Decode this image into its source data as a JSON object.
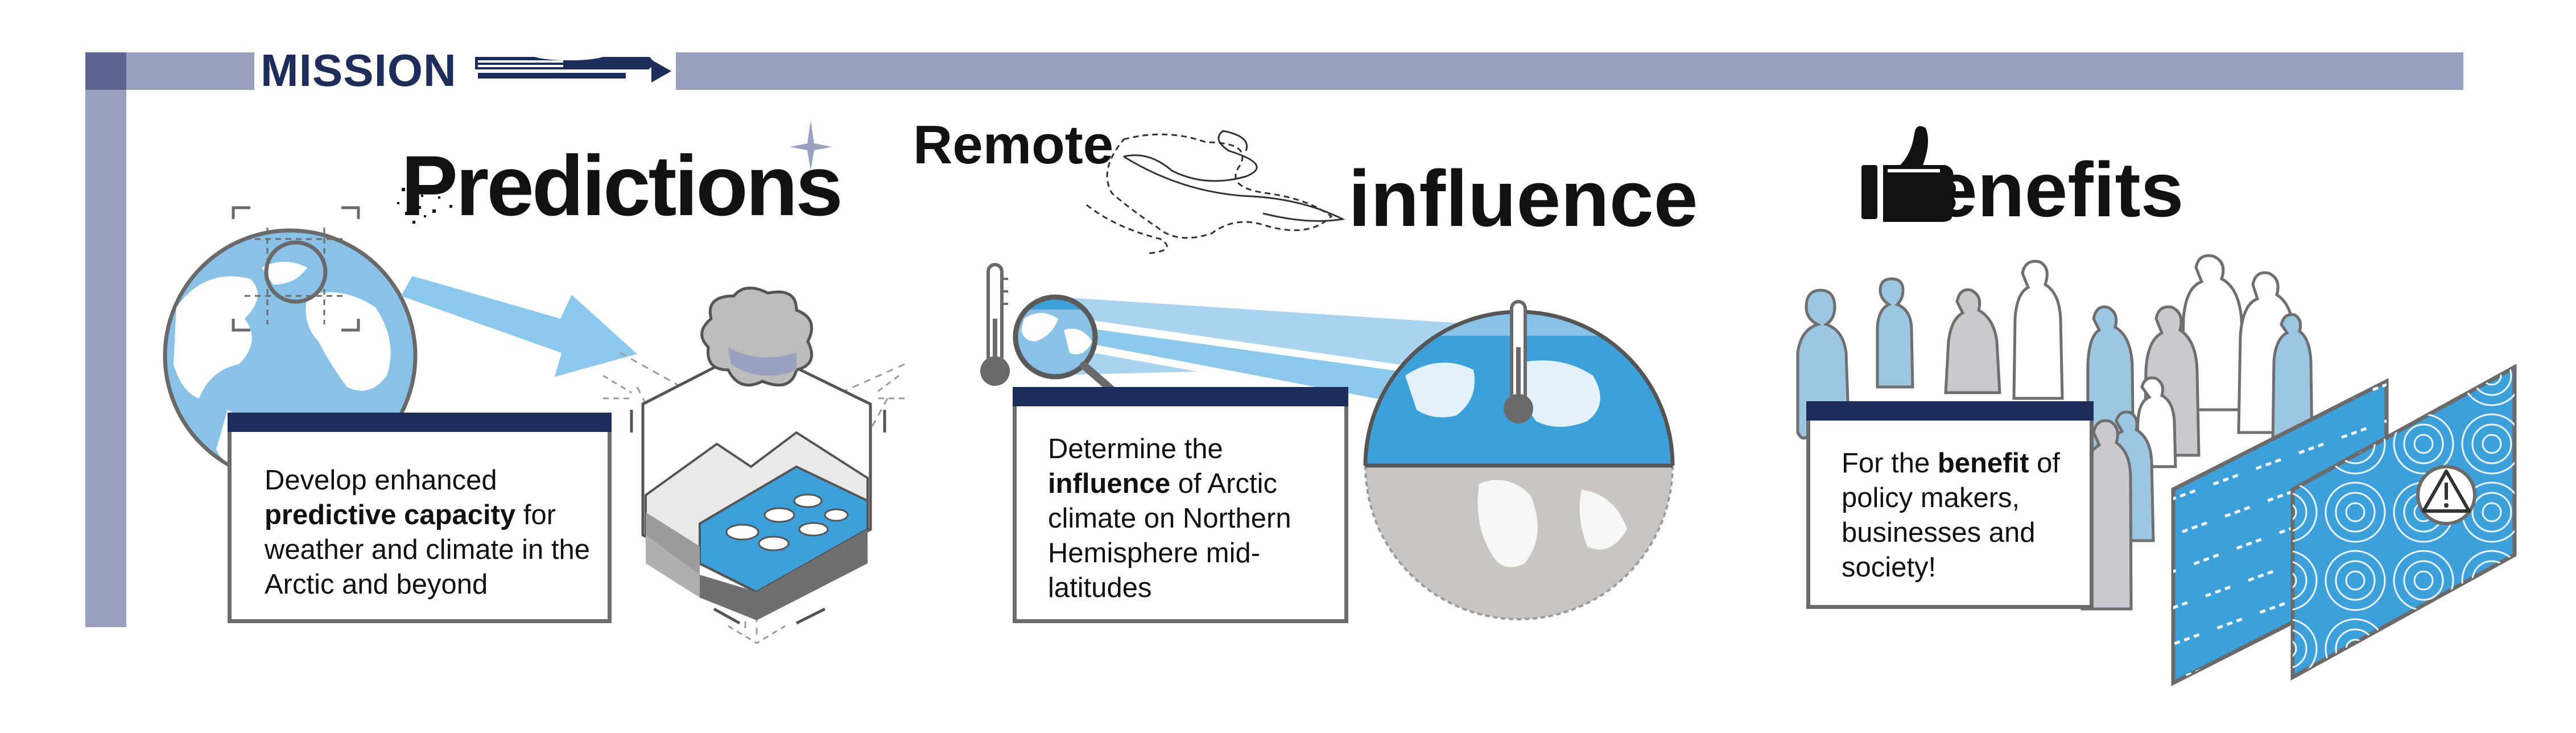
{
  "header": {
    "title": "MISSION"
  },
  "panels": {
    "predictions": {
      "heading": "Predictions",
      "text": {
        "line1": "Develop enhanced",
        "bold": "predictive capacity",
        "rest": " for weather and climate in the Arctic and beyond"
      }
    },
    "remote": {
      "heading_top": "Remote",
      "heading_bottom": "influence",
      "text": {
        "line1": "Determine the",
        "bold": "influence",
        "rest": " of Arctic climate on Northern Hemisphere mid-latitudes"
      }
    },
    "benefits": {
      "heading_letter_icon": "thumbs-up-icon",
      "heading": "enefits",
      "text": {
        "pre": "For the ",
        "bold": "benefit",
        "rest": " of policy makers, businesses and society!"
      }
    }
  },
  "colors": {
    "frame": "#9aa0c0",
    "frame_dark": "#5d6592",
    "navy": "#1f2d5a",
    "sky": "#89c2e6",
    "arrow": "#8cc8ec",
    "ocean": "#3ea0db",
    "grey": "#c8c5c2",
    "people_blue": "#9cc6e2",
    "people_grey": "#bfc1c8"
  }
}
